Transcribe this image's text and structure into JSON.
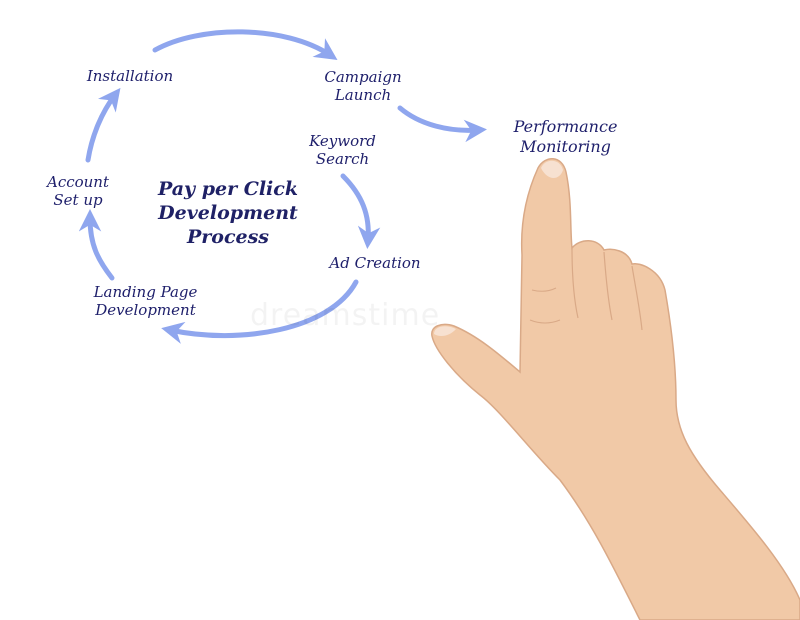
{
  "diagram": {
    "title_lines": [
      "Pay per Click",
      "Development",
      "Process"
    ],
    "nodes": {
      "installation": [
        "Installation"
      ],
      "campaign_launch": [
        "Campaign",
        "Launch"
      ],
      "performance_monitoring": [
        "Performance",
        "Monitoring"
      ],
      "keyword_search": [
        "Keyword",
        "Search"
      ],
      "ad_creation": [
        "Ad Creation"
      ],
      "landing_page": [
        "Landing Page",
        "Development"
      ],
      "account_setup": [
        "Account",
        "Set up"
      ]
    },
    "arrow_color": "#8fa6ee",
    "text_color": "#1e1f6b"
  },
  "watermark": "dreamstime"
}
